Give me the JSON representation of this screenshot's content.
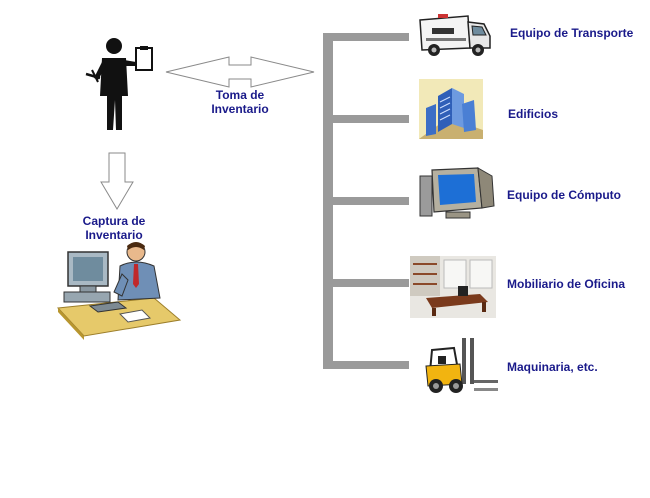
{
  "process": {
    "inventory_taking_label_line1": "Toma de",
    "inventory_taking_label_line2": "Inventario",
    "capture_label_line1": "Captura de",
    "capture_label_line2": "Inventario"
  },
  "categories": [
    {
      "label": "Equipo de Transporte",
      "icon": "ambulance-icon"
    },
    {
      "label": "Edificios",
      "icon": "buildings-icon"
    },
    {
      "label": "Equipo de Cómputo",
      "icon": "computer-icon"
    },
    {
      "label": "Mobiliario de Oficina",
      "icon": "office-furniture-icon"
    },
    {
      "label": "Maquinaria, etc.",
      "icon": "forklift-icon"
    }
  ],
  "colors": {
    "label_text": "#1a1a8a",
    "bracket": "#9a9a9a",
    "arrow_outline": "#8a8a8a"
  }
}
